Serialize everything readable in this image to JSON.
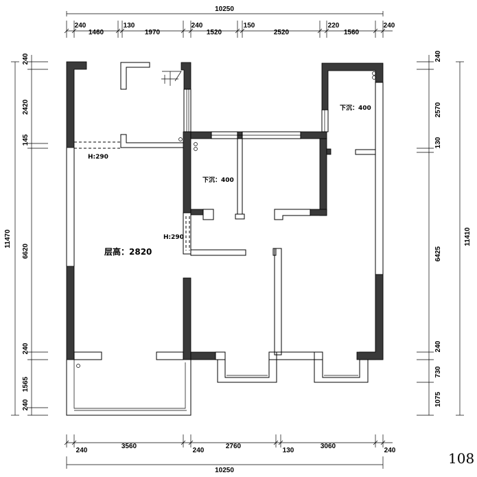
{
  "plan": {
    "top_total": "10250",
    "top_segments": [
      "240",
      "1460",
      "130",
      "1970",
      "240",
      "1520",
      "150",
      "2520",
      "220",
      "1560",
      "240"
    ],
    "bottom_total": "10250",
    "bottom_segments": [
      "240",
      "3560",
      "240",
      "2760",
      "130",
      "3060",
      "240"
    ],
    "left_total": "11470",
    "left_segments": [
      "240",
      "2420",
      "145",
      "6620",
      "240",
      "1565",
      "240"
    ],
    "right_total": "11410",
    "right_segments": [
      "240",
      "2570",
      "130",
      "6425",
      "240",
      "730",
      "1075"
    ],
    "labels": {
      "bath1_sink": "下沉：400",
      "bath2_sink": "下沉：400",
      "beam1": "H:290",
      "beam2": "H:290",
      "floor_height": "层高：2820"
    },
    "page_number": "108"
  }
}
